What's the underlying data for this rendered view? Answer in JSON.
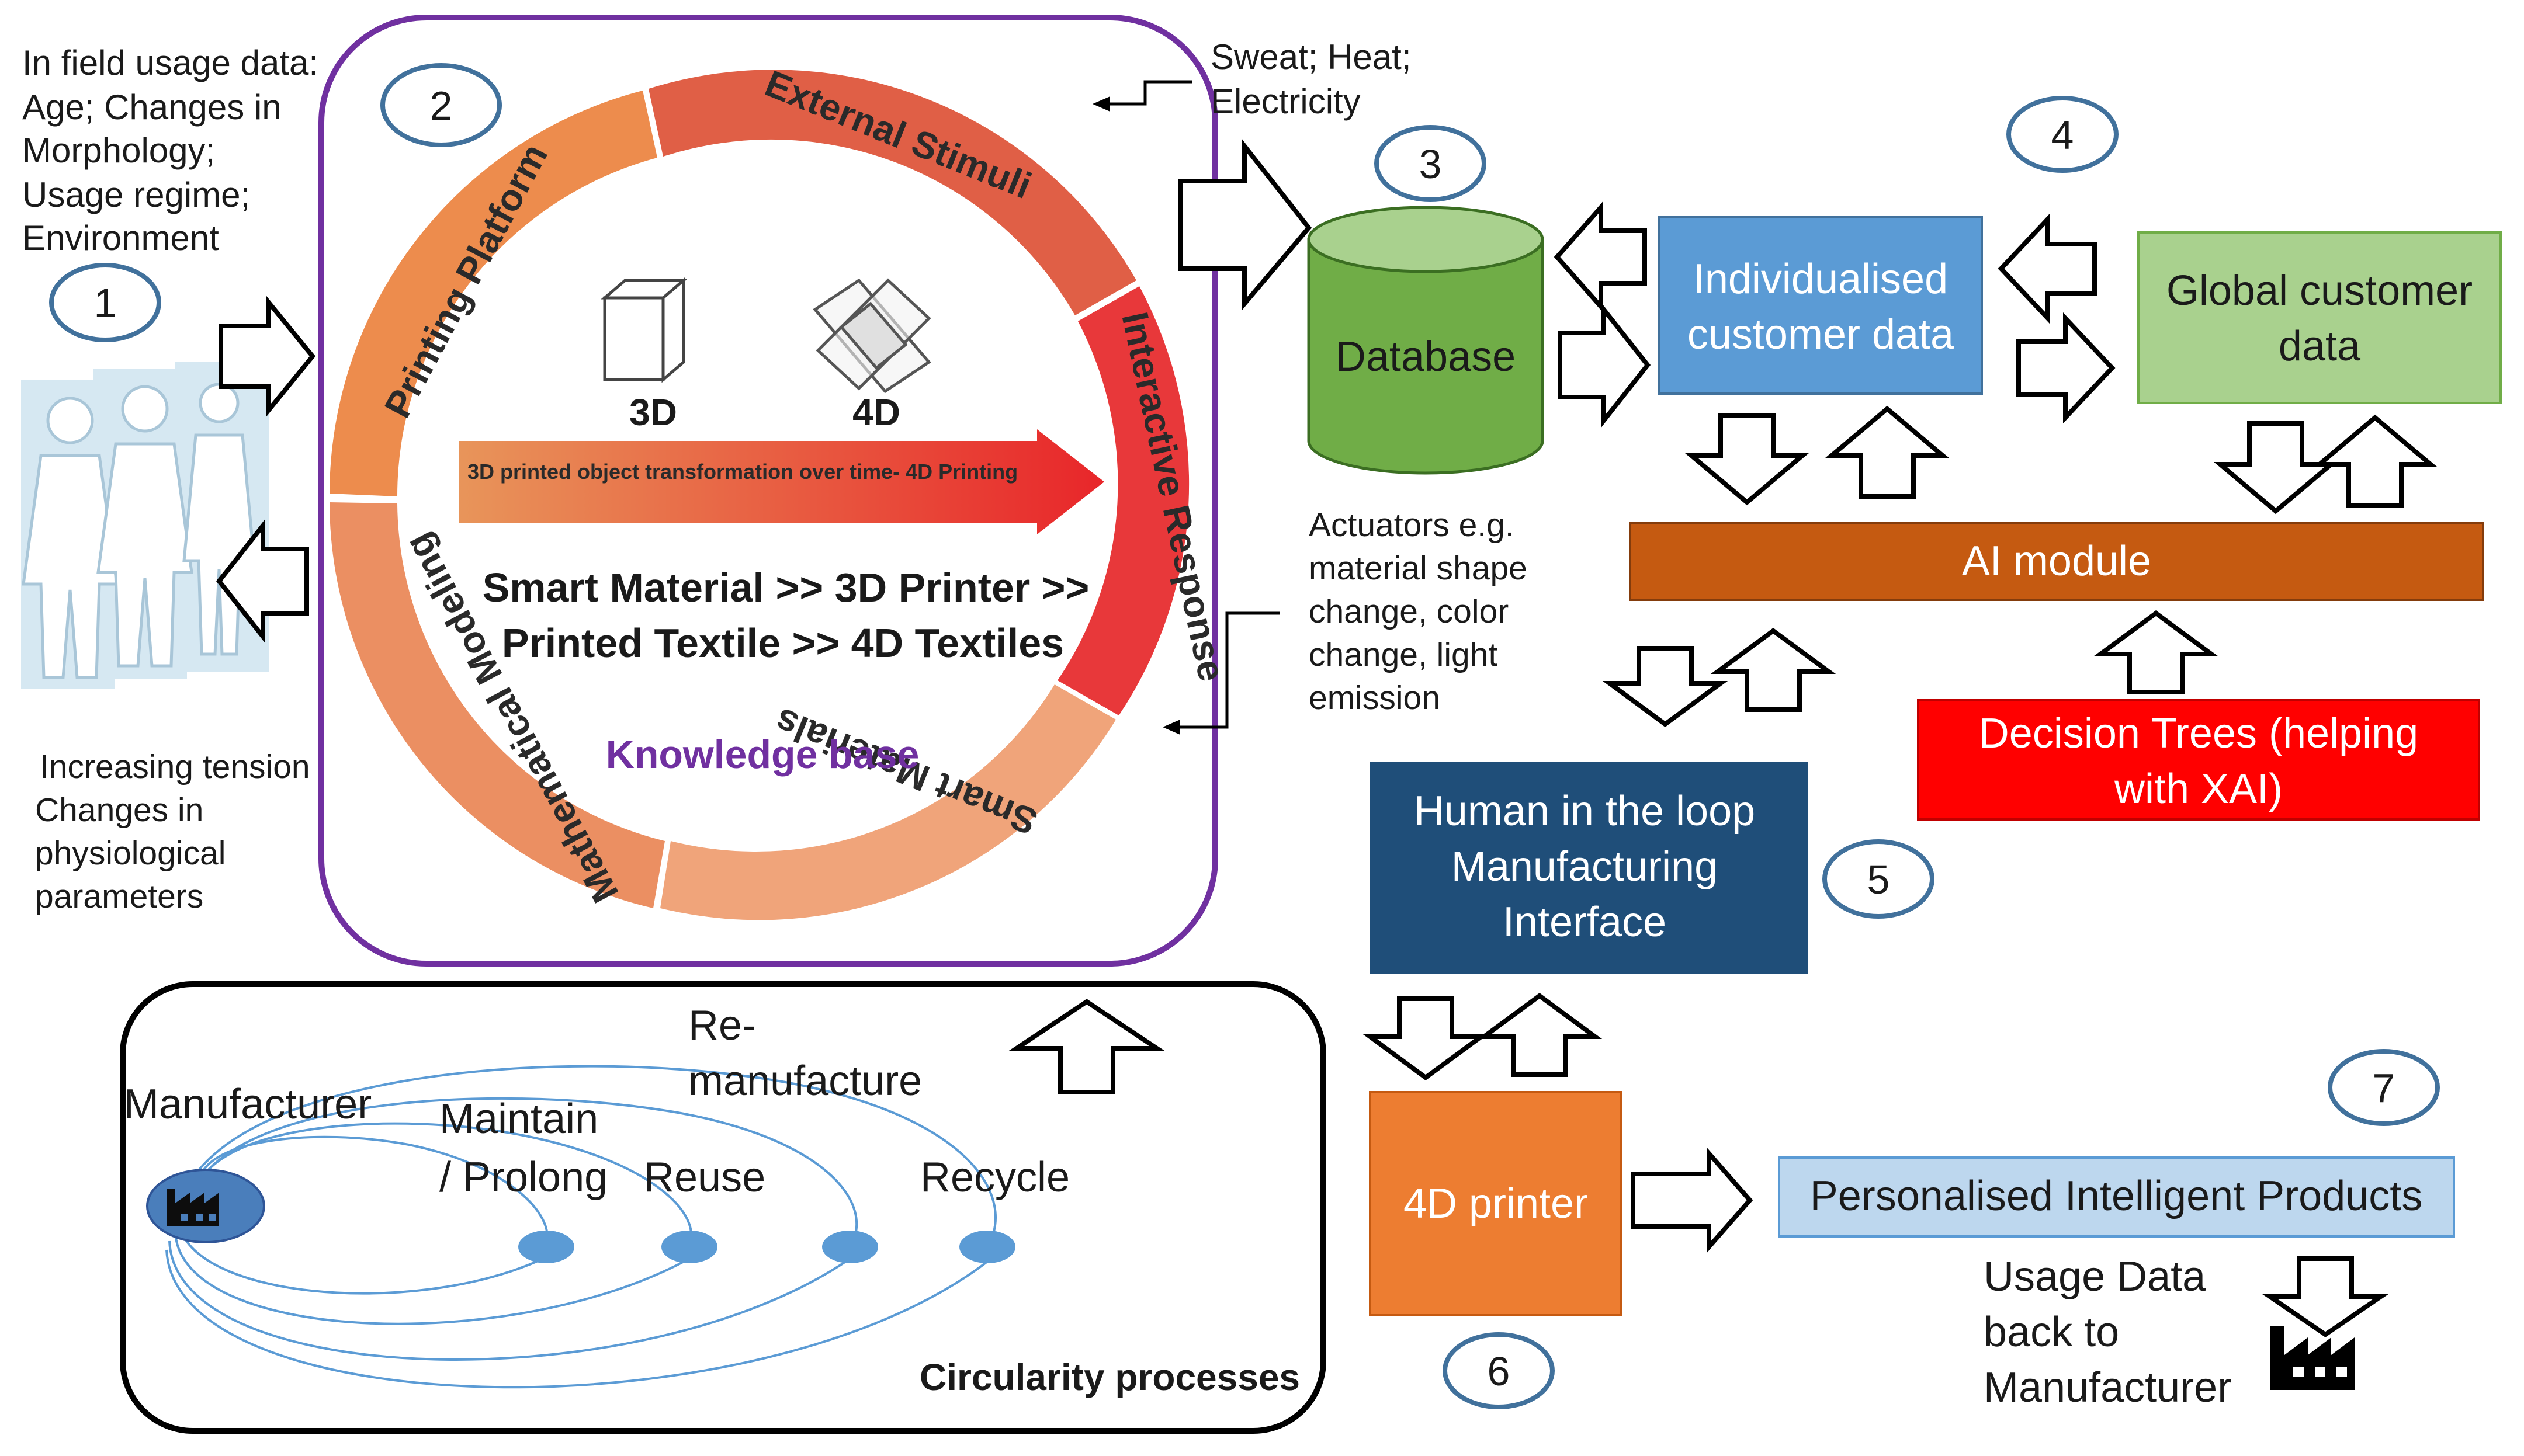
{
  "left_inputs": {
    "usage_lines": [
      "In field usage data:",
      "Age; Changes in",
      "Morphology;",
      "Usage regime;",
      "Environment"
    ],
    "tension_lines": [
      "Increasing tension",
      "Changes in",
      "physiological",
      "parameters"
    ]
  },
  "stimuli_lines": [
    "Sweat; Heat;",
    "Electricity"
  ],
  "actuators_lines": [
    "Actuators e.g.",
    "material shape",
    "change, color",
    "change, light",
    "emission"
  ],
  "ring": {
    "segments": [
      "Printing Platform",
      "External Stimuli",
      "Interactive Response",
      "Smart Materials",
      "Mathematical Modeling"
    ],
    "label_3d": "3D",
    "label_4d": "4D",
    "transformation_label": "3D printed object transformation over time- 4D Printing",
    "process_lines": [
      "Smart Material >> 3D Printer >>",
      "Printed Textile >> 4D Textiles"
    ],
    "knowledge_base": "Knowledge base"
  },
  "database": {
    "label": "Database",
    "color": "#70ad47"
  },
  "individual_box": {
    "lines": [
      "Individualised",
      "customer data"
    ],
    "color": "#5b9bd5"
  },
  "global_box": {
    "lines": [
      "Global customer",
      "data"
    ],
    "color": "#a9d18e"
  },
  "ai_box": {
    "label": "AI module",
    "color": "#c55a11"
  },
  "dt_box": {
    "lines": [
      "Decision Trees (helping",
      "with XAI)"
    ],
    "color": "#ff0000"
  },
  "hitl_box": {
    "lines": [
      "Human in the loop",
      "Manufacturing",
      "Interface"
    ],
    "color": "#1f4e79"
  },
  "printer_box": {
    "label": "4D printer",
    "color": "#ed7d31"
  },
  "products_box": {
    "label": "Personalised Intelligent Products",
    "color": "#bdd7ee"
  },
  "usage_back_lines": [
    "Usage Data",
    "back to",
    "Manufacturer"
  ],
  "circularity": {
    "title": "Circularity processes",
    "manufacturer": "Manufacturer",
    "maintain_lines": [
      "Maintain",
      "/ Prolong"
    ],
    "reuse": "Reuse",
    "remanufacture_lines": [
      "Re-",
      "manufacture"
    ],
    "recycle": "Recycle"
  },
  "numbers": [
    "1",
    "2",
    "3",
    "4",
    "5",
    "6",
    "7"
  ],
  "icons": {
    "factory": "factory-icon",
    "cube": "cube-icon",
    "body": "human-body-icon"
  }
}
